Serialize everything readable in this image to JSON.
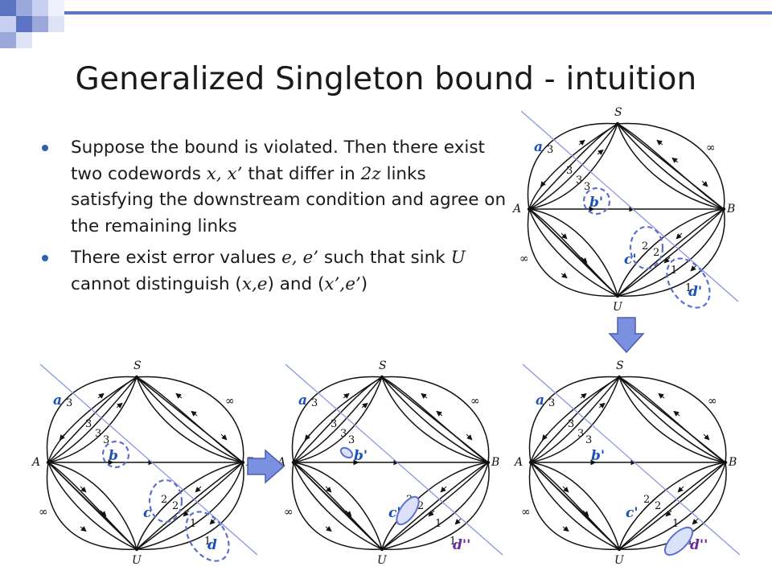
{
  "slide": {
    "title": "Generalized Singleton bound - intuition",
    "bullets": [
      {
        "parts": [
          {
            "t": "Suppose the bound is violated.  Then there exist two codewords "
          },
          {
            "t": "x, x’",
            "math": true
          },
          {
            "t": "  that differ in "
          },
          {
            "t": "2z",
            "math": true
          },
          {
            "t": " links satisfying the downstream condition  and agree on the remaining links"
          }
        ]
      },
      {
        "parts": [
          {
            "t": "There exist error values "
          },
          {
            "t": "e, e’",
            "math": true
          },
          {
            "t": " such that sink "
          },
          {
            "t": "U",
            "math": true
          },
          {
            "t": " cannot distinguish ("
          },
          {
            "t": "x,e",
            "math": true
          },
          {
            "t": ") and ("
          },
          {
            "t": "x’,e’",
            "math": true
          },
          {
            "t": ")"
          }
        ]
      }
    ]
  },
  "graph_nodes": {
    "source": "S",
    "left": "A",
    "right": "B",
    "sink": "U",
    "infinity": "∞"
  },
  "graph_weights": [
    "3",
    "3",
    "3",
    "3",
    "2",
    "2",
    "1",
    "1"
  ],
  "graphs": [
    {
      "id": "g-top-right",
      "cut_labels": {
        "a": "a",
        "b": "b'",
        "c": "c'",
        "d": "d'"
      }
    },
    {
      "id": "g-bottom-left",
      "cut_labels": {
        "a": "a",
        "b": "b",
        "c": "c",
        "d": "d"
      }
    },
    {
      "id": "g-bottom-middle",
      "cut_labels": {
        "a": "a",
        "b": "b'",
        "c": "c'",
        "d": "d''"
      }
    },
    {
      "id": "g-bottom-right",
      "cut_labels": {
        "a": "a",
        "b": "b'",
        "c": "c'",
        "d": "d''"
      }
    }
  ],
  "colors": {
    "accent_blue": "#5b78c9",
    "bullet_blue": "#2f62a8",
    "label_blue": "#1a52b8",
    "label_purple": "#6b2a9a",
    "cut_line": "#8b95e0",
    "arrow_fill": "#7b90e0"
  },
  "icons": [
    "down-arrow-icon",
    "right-arrow-icon"
  ]
}
